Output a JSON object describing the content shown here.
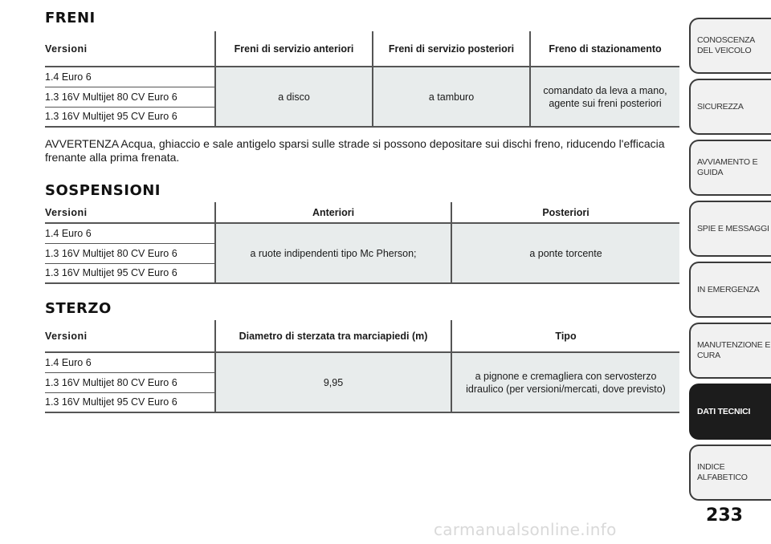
{
  "freni": {
    "title": "FRENI",
    "headers": [
      "Versioni",
      "Freni di servizio anteriori",
      "Freni di servizio posteriori",
      "Freno di stazionamento"
    ],
    "versions": [
      "1.4 Euro 6",
      "1.3 16V Multijet 80 CV Euro 6",
      "1.3 16V Multijet 95 CV Euro 6"
    ],
    "values": [
      "a disco",
      "a tamburo",
      "comandato da leva a mano, agente sui freni posteriori"
    ],
    "warning": "AVVERTENZA Acqua, ghiaccio e sale antigelo sparsi sulle strade si possono depositare sui dischi freno, riducendo l'efficacia frenante alla prima frenata."
  },
  "sospensioni": {
    "title": "SOSPENSIONI",
    "headers": [
      "Versioni",
      "Anteriori",
      "Posteriori"
    ],
    "versions": [
      "1.4 Euro 6",
      "1.3 16V Multijet 80 CV Euro 6",
      "1.3 16V Multijet 95 CV Euro 6"
    ],
    "values": [
      "a ruote indipendenti tipo Mc Pherson;",
      "a ponte torcente"
    ]
  },
  "sterzo": {
    "title": "STERZO",
    "headers": [
      "Versioni",
      "Diametro di sterzata tra marciapiedi (m)",
      "Tipo"
    ],
    "versions": [
      "1.4 Euro 6",
      "1.3 16V Multijet 80 CV Euro 6",
      "1.3 16V Multijet 95 CV Euro 6"
    ],
    "values": [
      "9,95",
      "a pignone e cremagliera con servosterzo idraulico (per versioni/mercati, dove previsto)"
    ]
  },
  "tabs": [
    "CONOSCENZA DEL VEICOLO",
    "SICUREZZA",
    "AVVIAMENTO E GUIDA",
    "SPIE E MESSAGGI",
    "IN EMERGENZA",
    "MANUTENZIONE E CURA",
    "DATI TECNICI",
    "INDICE ALFABETICO"
  ],
  "page_number": "233",
  "watermark": "carmanualsonline.info"
}
